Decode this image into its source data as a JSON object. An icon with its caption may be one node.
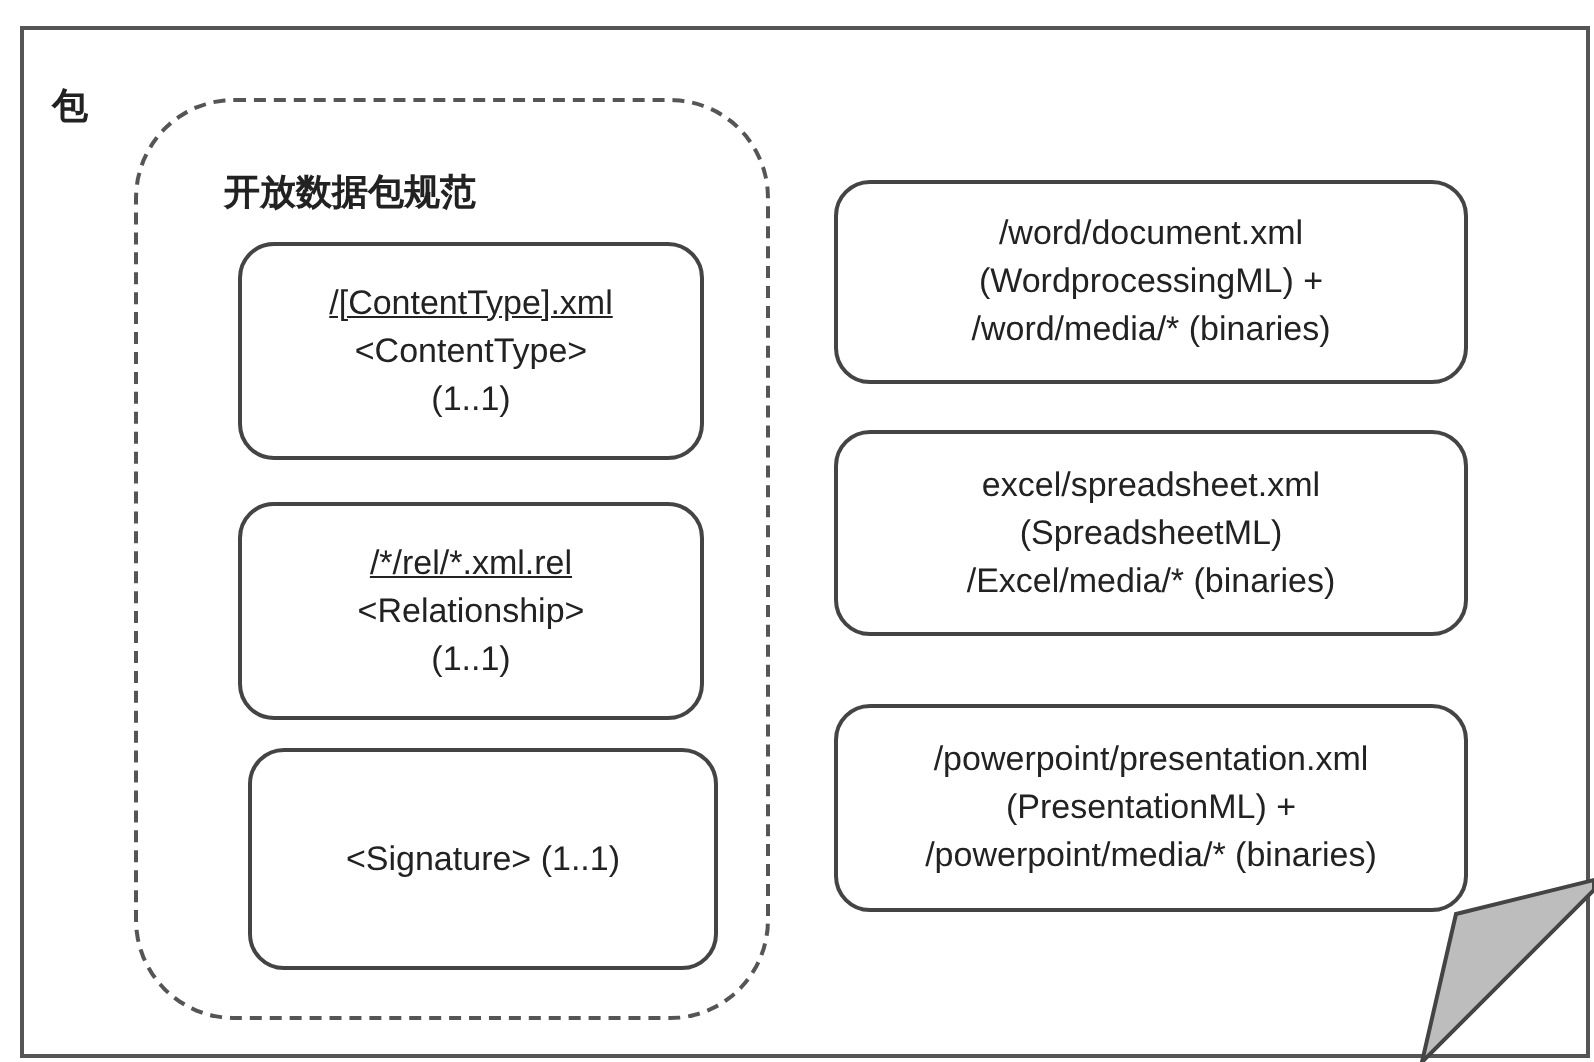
{
  "diagram": {
    "nodes": [
      {
        "text": [
          "包"
        ]
      },
      {
        "text": [
          "开放数据包规范"
        ],
        "in": 0
      },
      {
        "text": [
          "/[ContentType].xml",
          "<ContentType> (1..1)"
        ],
        "in": 1
      },
      {
        "text": [
          "/*/rel/*.xml.rel",
          "<Relationship> (1..1)"
        ],
        "in": 1
      },
      {
        "text": [
          "<Signature> (1..1)"
        ],
        "in": 1
      },
      {
        "text": [
          "/word/document.xml (WordprocessingML) + /word/media/* (binaries)"
        ],
        "in": 0
      },
      {
        "text": [
          "excel/spreadsheet.xml (SpreadsheetML) /Excel/media/* (binaries)"
        ],
        "in": 0
      },
      {
        "text": [
          "/powerpoint/presentation.xml (PresentationML) + /powerpoint/media/* (binaries)"
        ],
        "in": 0
      }
    ]
  }
}
